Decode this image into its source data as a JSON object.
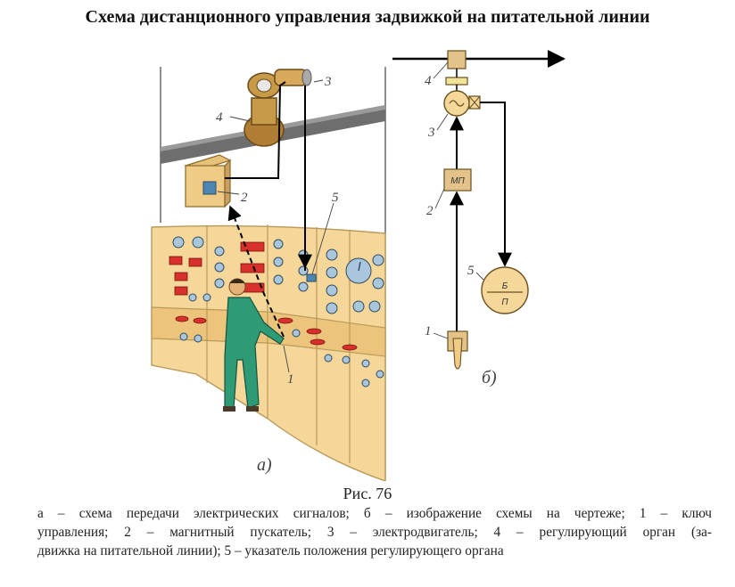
{
  "title": "Схема дистанционного управления задвижкой на питательной линии",
  "figure_number": "Рис. 76",
  "caption_lines": [
    "а – схема передачи электрических сигналов; б – изображение схемы  на чертеже; 1 – ключ",
    "управления; 2 – магнитный пускатель; 3 – электродвигатель; 4 – регулирующий орган (за-",
    "движка на питательной линии); 5 –  указатель положения регулирующего органа"
  ],
  "panel_a": {
    "label": "а)",
    "callouts": {
      "c1": "1",
      "c2": "2",
      "c3": "3",
      "c4": "4",
      "c5": "5"
    }
  },
  "panel_b": {
    "label": "б)",
    "callouts": {
      "c1": "1",
      "c2": "2",
      "c3": "3",
      "c4": "4",
      "c5": "5"
    },
    "starter_text": "МП",
    "indicator_top": "Б",
    "indicator_bottom": "П"
  },
  "colors": {
    "panel": "#f5d79a",
    "panel_edge": "#b99a5a",
    "bronze": "#c79a4a",
    "operator_suit": "#2e9a76",
    "red_button": "#d8302a",
    "gauge_blue": "#a9c6dc",
    "wire": "#000000"
  }
}
